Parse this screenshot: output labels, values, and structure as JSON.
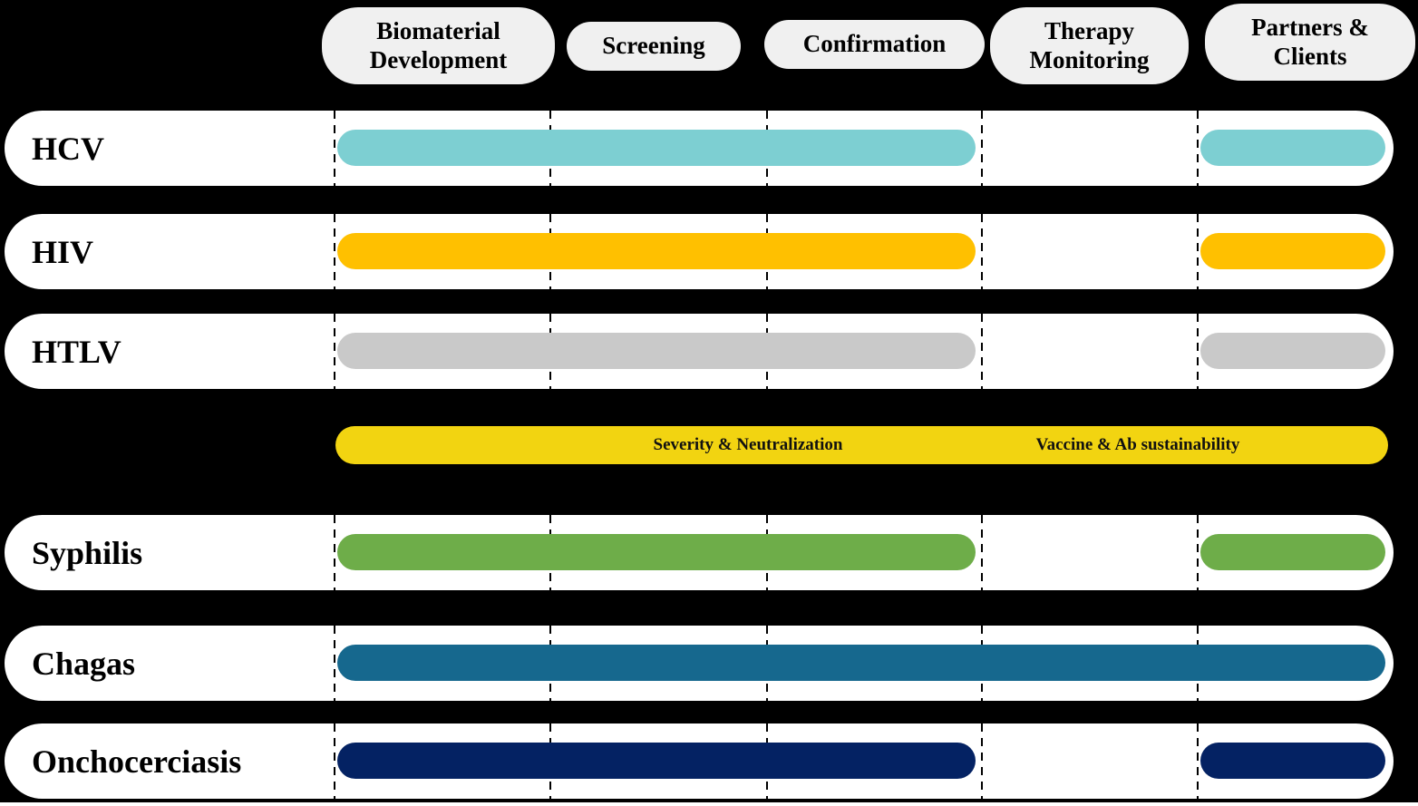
{
  "stages": [
    {
      "label": "Biomaterial Development"
    },
    {
      "label": "Screening"
    },
    {
      "label": "Confirmation"
    },
    {
      "label": "Therapy Monitoring"
    },
    {
      "label": "Partners & Clients"
    }
  ],
  "chart_data": {
    "type": "table",
    "title": "",
    "columns": [
      "Biomaterial Development",
      "Screening",
      "Confirmation",
      "Therapy Monitoring",
      "Partners & Clients"
    ],
    "rows": [
      {
        "label": "HCV",
        "color": "#7DCFD2",
        "pill": true,
        "segments": [
          {
            "from": "Biomaterial Development",
            "to": "Confirmation"
          },
          {
            "from": "Partners & Clients",
            "to": "Partners & Clients"
          }
        ]
      },
      {
        "label": "HIV",
        "color": "#FFC000",
        "pill": true,
        "segments": [
          {
            "from": "Biomaterial Development",
            "to": "Confirmation"
          },
          {
            "from": "Partners & Clients",
            "to": "Partners & Clients"
          }
        ]
      },
      {
        "label": "HTLV",
        "color": "#C9C9C9",
        "pill": true,
        "segments": [
          {
            "from": "Biomaterial Development",
            "to": "Confirmation"
          },
          {
            "from": "Partners & Clients",
            "to": "Partners & Clients"
          }
        ]
      },
      {
        "label": "",
        "color": "#F2D411",
        "pill": false,
        "segments": [
          {
            "from": "Biomaterial Development",
            "to": "Partners & Clients"
          }
        ],
        "annotations": [
          "Severity & Neutralization",
          "Vaccine & Ab sustainability"
        ]
      },
      {
        "label": "Syphilis",
        "color": "#6EAD49",
        "pill": true,
        "segments": [
          {
            "from": "Biomaterial Development",
            "to": "Confirmation"
          },
          {
            "from": "Partners & Clients",
            "to": "Partners & Clients"
          }
        ]
      },
      {
        "label": "Chagas",
        "color": "#16688E",
        "pill": true,
        "segments": [
          {
            "from": "Biomaterial Development",
            "to": "Partners & Clients"
          }
        ]
      },
      {
        "label": "Onchocerciasis",
        "color": "#042263",
        "pill": true,
        "segments": [
          {
            "from": "Biomaterial Development",
            "to": "Confirmation"
          },
          {
            "from": "Partners & Clients",
            "to": "Partners & Clients"
          }
        ]
      }
    ]
  },
  "colors": {
    "background": "#000000",
    "row_pill": "#FFFFFF",
    "stage_pill": "#F0F0F0",
    "divider": "#000000",
    "bottom_line": "#FFFFFF"
  }
}
